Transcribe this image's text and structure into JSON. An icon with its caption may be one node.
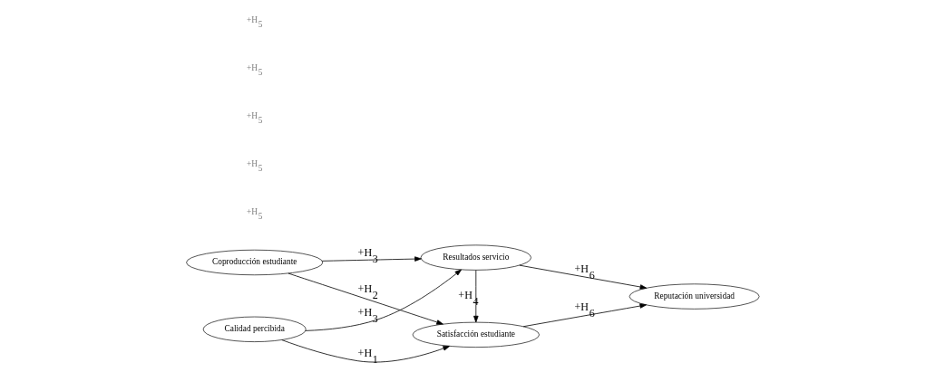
{
  "diagram": {
    "nodes": [
      {
        "text": [
          "Coproducción estudiante"
        ]
      },
      {
        "text": [
          "Resultados servicio"
        ]
      },
      {
        "text": [
          "Calidad percibida"
        ]
      },
      {
        "text": [
          "Satisfacción estudiante"
        ]
      },
      {
        "text": [
          "Reputación universidad"
        ]
      }
    ],
    "edges": [
      {
        "from": 0,
        "to": 1,
        "arrow": "to",
        "label": "+H$_{3}$"
      },
      {
        "from": 0,
        "to": 3,
        "arrow": "to",
        "label": "+H$_{2}$"
      },
      {
        "from": 2,
        "to": 1,
        "arrow": "to",
        "label": "+H$_{3}$"
      },
      {
        "from": 1,
        "to": 3,
        "arrow": "to",
        "label": "+H$_{4}$"
      },
      {
        "from": 2,
        "to": 3,
        "arrow": "to",
        "label": "+H$_{1}$"
      },
      {
        "from": 1,
        "to": 4,
        "arrow": "to",
        "label": "+H$_{6}$"
      },
      {
        "from": 3,
        "to": 4,
        "arrow": "to",
        "label": "+H$_{6}$"
      }
    ],
    "labels": [
      "+H$_{5}$",
      "+H$_{5}$",
      "+H$_{5}$",
      "+H$_{5}$",
      "+H$_{5}$"
    ]
  }
}
